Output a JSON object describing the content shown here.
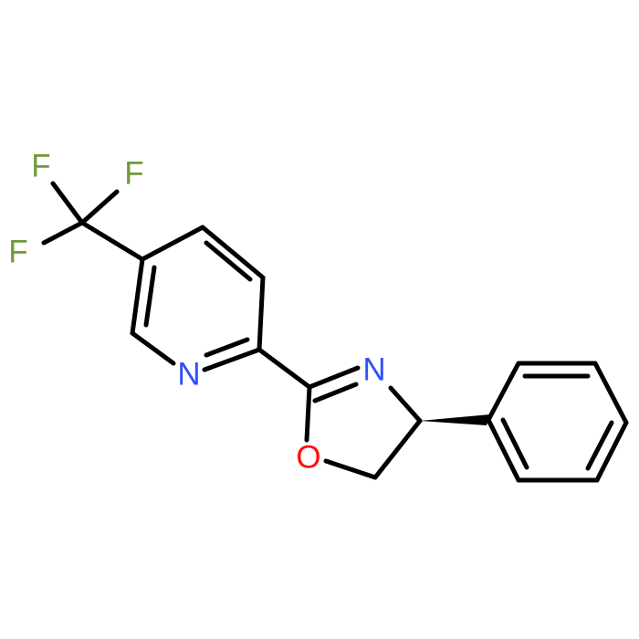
{
  "colors": {
    "bond": "#000000",
    "nitrogen": "#3050f8",
    "oxygen": "#ff0d0d",
    "fluorine": "#6f9b3a",
    "background": "#ffffff"
  },
  "atoms": {
    "f1": "F",
    "f2": "F",
    "f3": "F",
    "n_pyridine": "N",
    "n_oxazoline": "N",
    "o_oxazoline": "O"
  }
}
